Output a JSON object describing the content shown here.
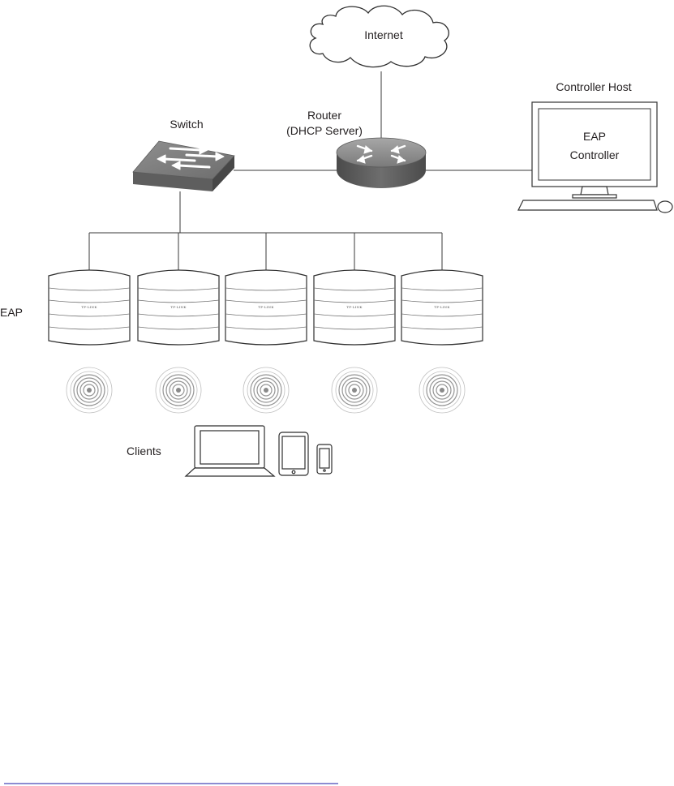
{
  "labels": {
    "internet": "Internet",
    "router_line1": "Router",
    "router_line2": "(DHCP Server)",
    "switch": "Switch",
    "controller_host": "Controller Host",
    "controller_screen_line1": "EAP",
    "controller_screen_line2": "Controller",
    "eap": "EAP",
    "clients": "Clients"
  },
  "eap_devices": [
    {
      "brand": "TP-LINK"
    },
    {
      "brand": "TP-LINK"
    },
    {
      "brand": "TP-LINK"
    },
    {
      "brand": "TP-LINK"
    },
    {
      "brand": "TP-LINK"
    }
  ],
  "clients": [
    "laptop",
    "tablet",
    "phone"
  ],
  "icons": {
    "internet": "cloud-icon",
    "router": "router-icon",
    "switch": "switch-icon",
    "controller": "monitor-icon",
    "eap": "access-point-icon",
    "signal": "wireless-signal-icon"
  },
  "colors": {
    "line": "#3a3a3a",
    "device_dark": "#5a5a5a",
    "device_mid": "#8c8c8c",
    "signal": "#8a8a8a"
  }
}
